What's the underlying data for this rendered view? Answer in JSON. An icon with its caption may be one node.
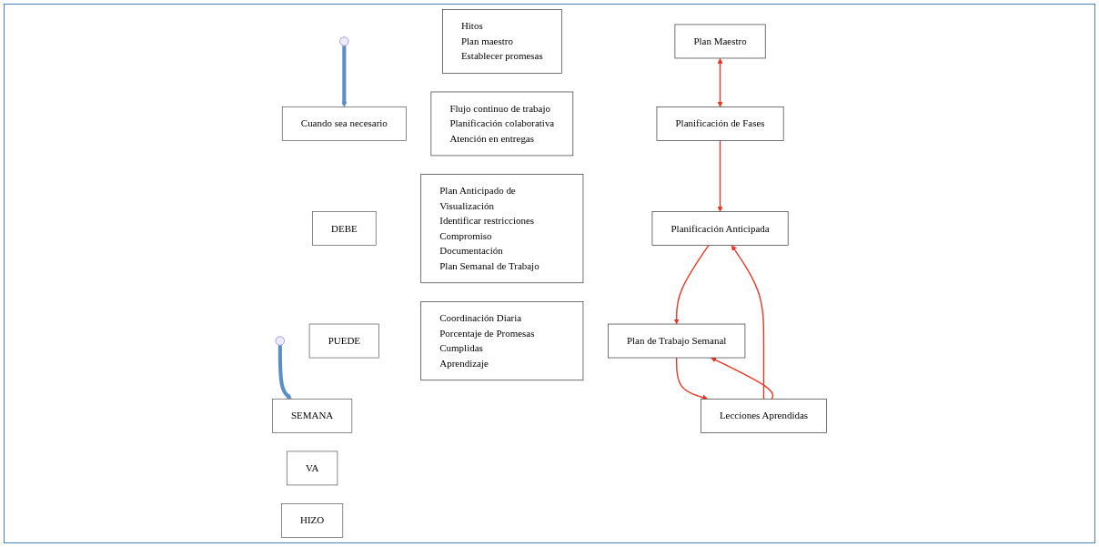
{
  "diagram": {
    "nodes": [
      {
        "text": [
          "Cuando sea necesario"
        ]
      },
      {
        "text": [
          "DEBE"
        ]
      },
      {
        "text": [
          "Plan Maestro"
        ]
      },
      {
        "text": [
          "Planificación de Fases"
        ]
      },
      {
        "text": [
          "Hitos",
          "Plan maestro",
          "Establecer promesas"
        ]
      },
      {
        "text": [
          "Flujo continuo de trabajo",
          "Planificación colaborativa",
          "Atención en entregas"
        ]
      },
      {
        "text": [
          "PUEDE"
        ]
      },
      {
        "text": [
          "Planificación Anticipada"
        ]
      },
      {
        "text": [
          "Plan Anticipado de Visualización",
          "Identificar restricciones",
          "Compromiso",
          "Documentación",
          "Plan Semanal de Trabajo"
        ]
      },
      {
        "text": [
          "SEMANA"
        ]
      },
      {
        "text": [
          "VA"
        ]
      },
      {
        "text": [
          "Plan de Trabajo Semanal"
        ]
      },
      {
        "text": [
          "HIZO"
        ]
      },
      {
        "text": [
          "Lecciones Aprendidas"
        ]
      },
      {
        "text": [
          "Coordinación Diaria",
          "Porcentaje de Promesas Cumplidas",
          "Aprendizaje"
        ]
      }
    ],
    "edges": [
      {
        "from": 2,
        "to": 3,
        "arrow": "both"
      },
      {
        "from": 3,
        "to": 7,
        "arrow": "to"
      },
      {
        "from": 7,
        "to": 11,
        "arrow": "to"
      },
      {
        "from": 11,
        "to": 13,
        "arrow": "to"
      },
      {
        "from": 13,
        "to": 7,
        "arrow": "to"
      },
      {
        "from": 13,
        "to": 11,
        "arrow": "to"
      },
      {
        "from": null,
        "to": 0,
        "arrow": "to",
        "style": "thick",
        "color": "#5b8fc7"
      },
      {
        "from": null,
        "to": 9,
        "arrow": "to",
        "style": "thick",
        "color": "#5b8fc7"
      }
    ]
  }
}
